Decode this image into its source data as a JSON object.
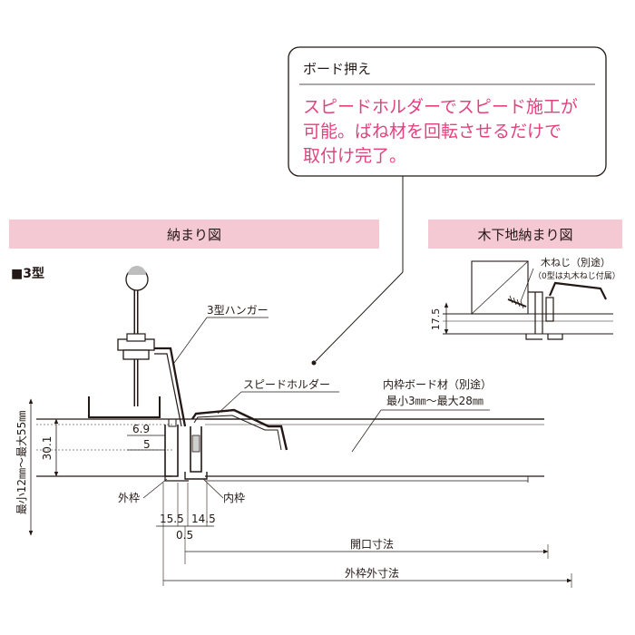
{
  "callout": {
    "title": "ボード押え",
    "body_lines": [
      "スピードホルダーでスピード施工が",
      "可能。ばね材を回転させるだけで",
      "取付け完了。"
    ],
    "body_color": "#e3417e"
  },
  "headers": {
    "main": "納まり図",
    "wood": "木下地納まり図",
    "band_color": "#f4c9d4"
  },
  "type_label": "■3型",
  "labels": {
    "hanger": "3型ハンガー",
    "speed_holder": "スピードホルダー",
    "inner_board_1": "内枠ボード材（別途）",
    "inner_board_2": "最小3㎜～最大28㎜",
    "outer_frame": "外枠",
    "inner_frame": "内枠",
    "vertical_range": "最小12㎜～最大55㎜",
    "wood_screw": "木ねじ（別途）",
    "wood_screw_note": "（0型は丸木ねじ付属）"
  },
  "dimensions": {
    "d_6_9": "6.9",
    "d_5": "5",
    "d_30_1": "30.1",
    "d_15_5": "15.5",
    "d_14_5": "14.5",
    "d_0_5": "0.5",
    "d_17_5": "17.5",
    "opening": "開口寸法",
    "outer_size": "外枠外寸法"
  }
}
